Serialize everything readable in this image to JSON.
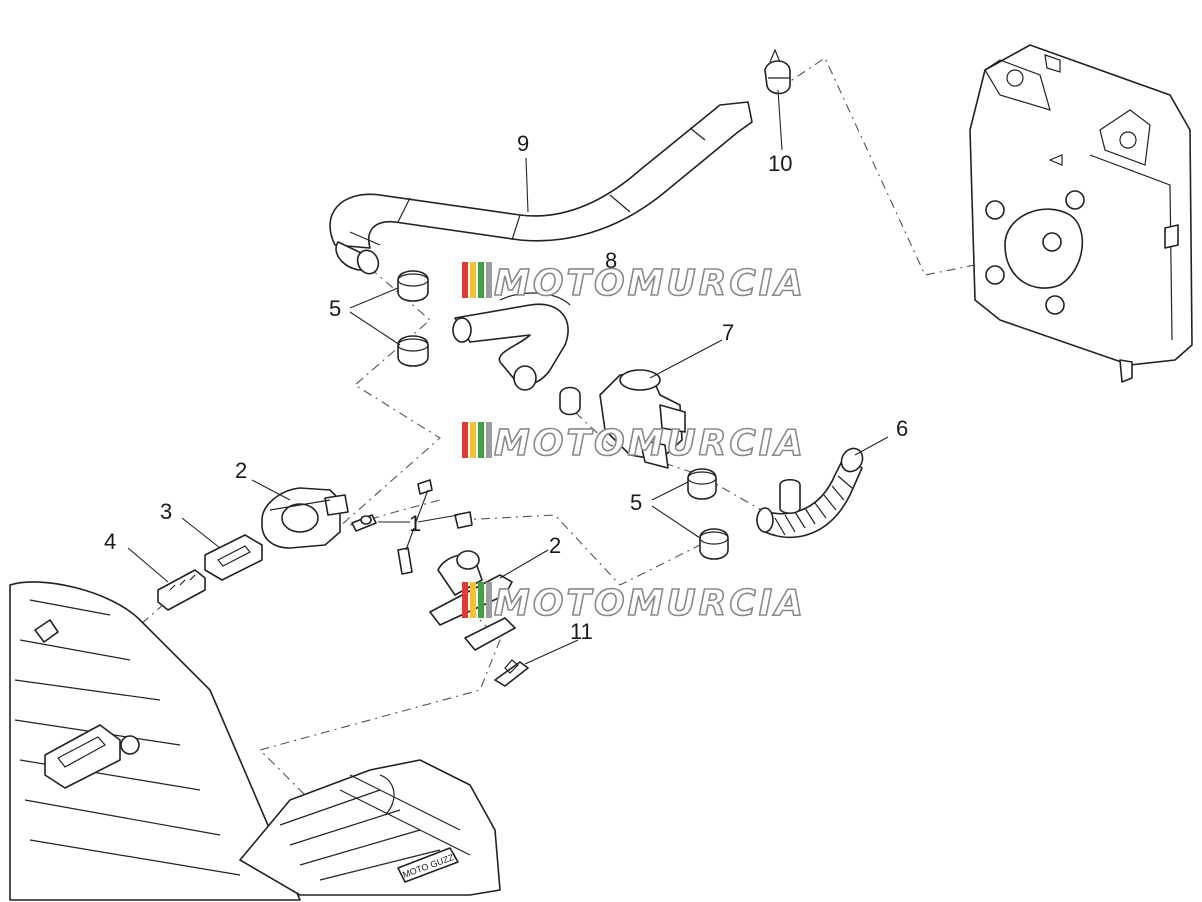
{
  "diagram": {
    "callouts": [
      {
        "id": "c1",
        "label": "1"
      },
      {
        "id": "c2a",
        "label": "2"
      },
      {
        "id": "c2b",
        "label": "2"
      },
      {
        "id": "c3",
        "label": "3"
      },
      {
        "id": "c4",
        "label": "4"
      },
      {
        "id": "c5a",
        "label": "5"
      },
      {
        "id": "c5b",
        "label": "5"
      },
      {
        "id": "c6",
        "label": "6"
      },
      {
        "id": "c7",
        "label": "7"
      },
      {
        "id": "c8",
        "label": "8"
      },
      {
        "id": "c9",
        "label": "9"
      },
      {
        "id": "c10",
        "label": "10"
      },
      {
        "id": "c11",
        "label": "11"
      }
    ],
    "watermark": {
      "text": "MOTOMURCIA",
      "stripe_colors": [
        "#e53935",
        "#fbc02d",
        "#43a047",
        "#9e9e9e"
      ]
    },
    "engine_badge": "MOTO GUZZI"
  }
}
